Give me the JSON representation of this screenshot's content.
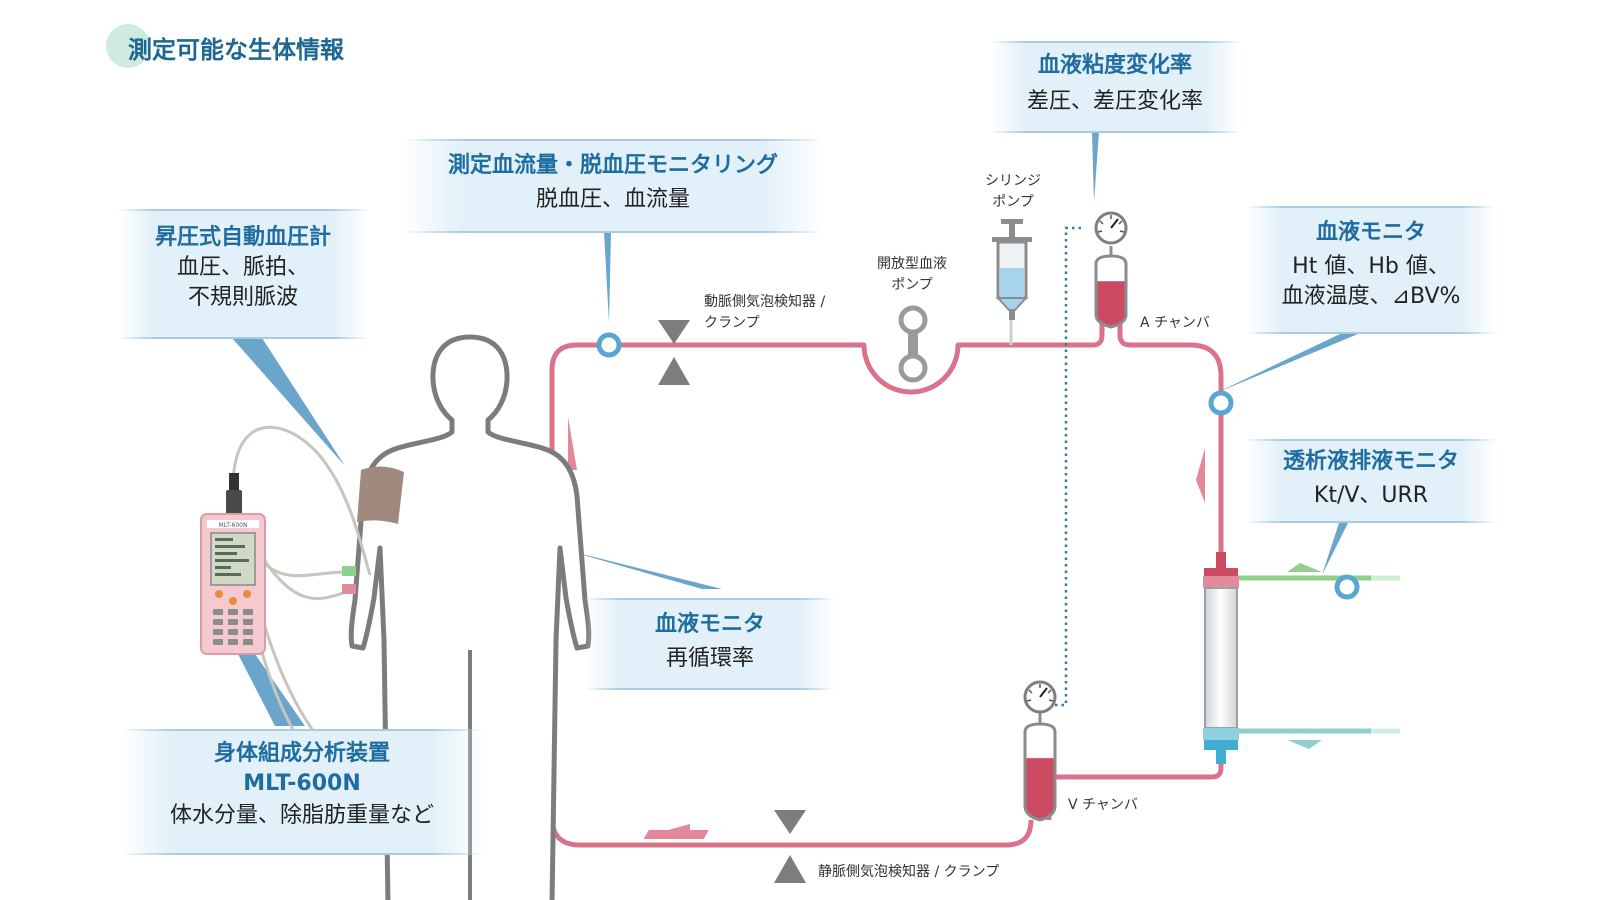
{
  "header": {
    "title": "測定可能な生体情報"
  },
  "boxes": {
    "bp": {
      "title": "昇圧式自動血圧計",
      "lines": [
        "血圧、脈拍、",
        "不規則脈波"
      ]
    },
    "flow": {
      "title": "測定血流量・脱血圧モニタリング",
      "lines": [
        "脱血圧、血流量"
      ]
    },
    "visc": {
      "title": "血液粘度変化率",
      "lines": [
        "差圧、差圧変化率"
      ]
    },
    "blood_a": {
      "title": "血液モニタ",
      "lines": [
        "Ht 値、Hb 値、",
        "血液温度、⊿BV%"
      ]
    },
    "dial": {
      "title": "透析液排液モニタ",
      "lines": [
        "Kt/V、URR"
      ]
    },
    "blood_b": {
      "title": "血液モニタ",
      "lines": [
        "再循環率"
      ]
    },
    "body": {
      "title": "身体組成分析装置",
      "title2": "MLT-600N",
      "lines": [
        "体水分量、除脂肪重量など"
      ]
    }
  },
  "labels": {
    "arterial": [
      "動脈側気泡検知器 /",
      "クランプ"
    ],
    "open_pump": [
      "開放型血液",
      "ポンプ"
    ],
    "syringe": [
      "シリンジ",
      "ポンプ"
    ],
    "a_chamber": "A チャンバ",
    "v_chamber": "V チャンバ",
    "venous": "静脈側気泡検知器 / クランプ"
  },
  "device": {
    "model": "MLT-600N"
  },
  "colors": {
    "blood_line": "#d9738a",
    "blood_fill": "#cc4a62",
    "monitor_ring": "#5aa6d0",
    "dialysate_out": "#8fd08a",
    "dialysate_in": "#8fd0cf",
    "title_blue": "#1e6ca0",
    "box_bg": "#e2f1f9",
    "pointer": "#6aa6cc",
    "detector": "#7a7a7a"
  }
}
